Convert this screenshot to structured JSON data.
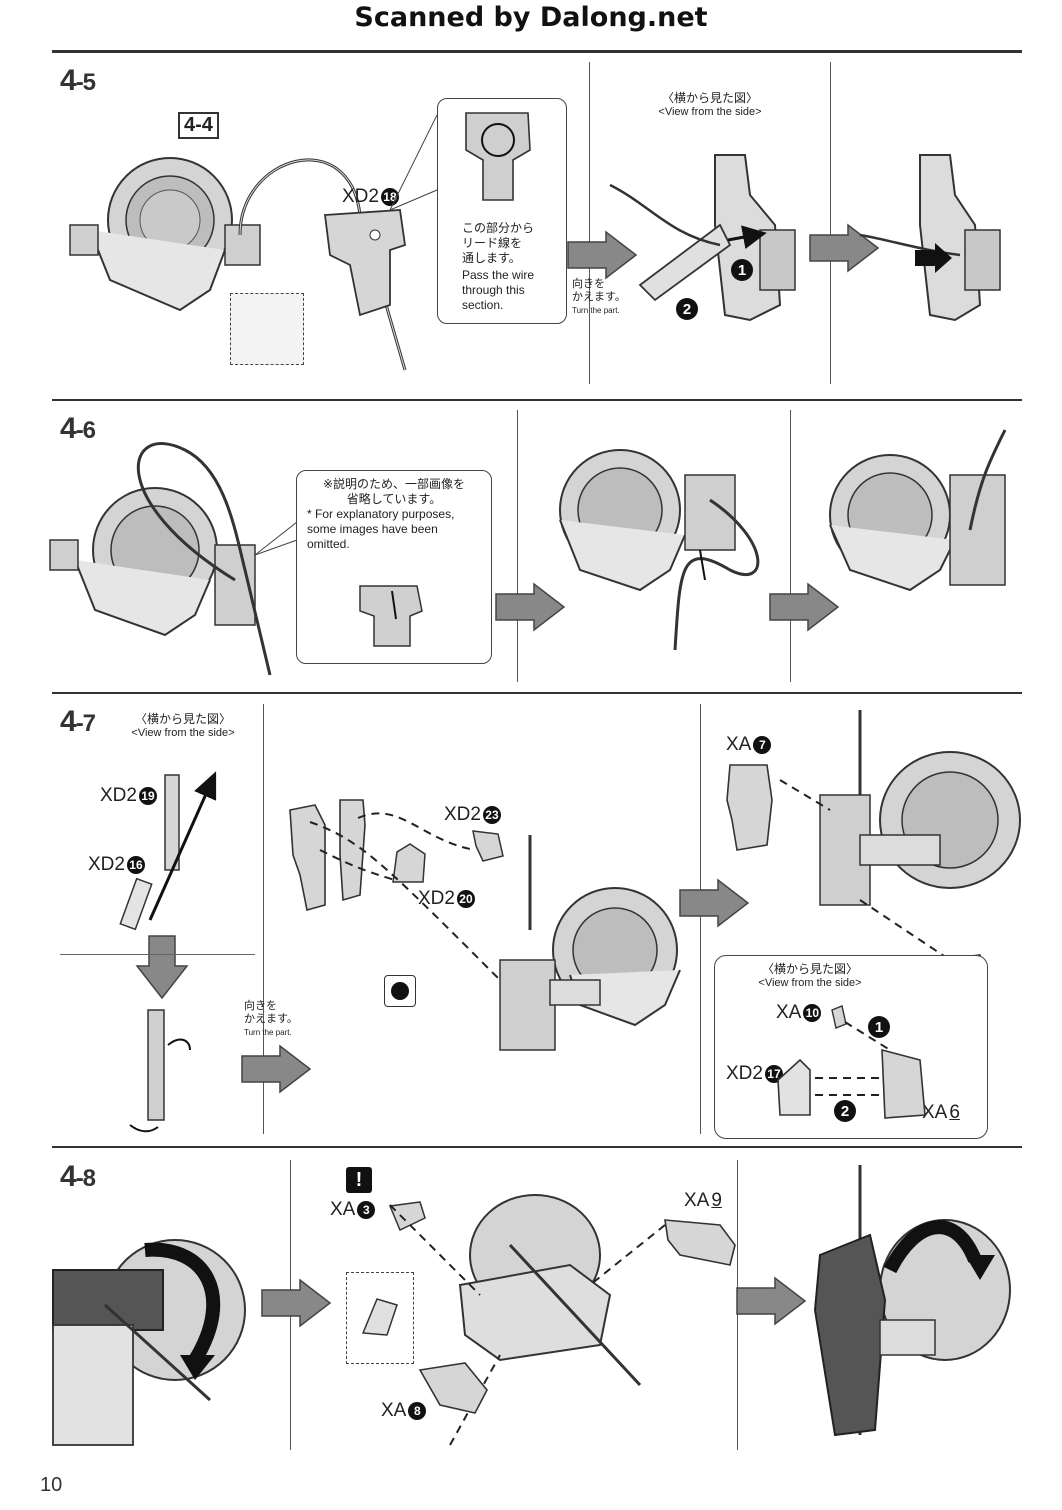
{
  "header": {
    "watermark": "Scanned by Dalong.net"
  },
  "page": {
    "number": "10"
  },
  "steps": {
    "s45": {
      "label_main": "4",
      "label_sub": "-5",
      "ref_tag": "4-4",
      "part_a_prefix": "XD2",
      "part_a_num": "18",
      "callout_jp_1": "この部分から",
      "callout_jp_2": "リード線を",
      "callout_jp_3": "通します。",
      "callout_en": "Pass the wire through this section.",
      "view_jp": "〈横から見た図〉",
      "view_en": "<View from the side>",
      "turn_jp_1": "向きを",
      "turn_jp_2": "かえます。",
      "turn_en": "Turn the part.",
      "order_1": "1",
      "order_2": "2"
    },
    "s46": {
      "label_main": "4",
      "label_sub": "-6",
      "note_jp_1": "※説明のため、一部画像を",
      "note_jp_2": "省略しています。",
      "note_en": "* For explanatory purposes, some images have been omitted."
    },
    "s47": {
      "label_main": "4",
      "label_sub": "-7",
      "view_jp": "〈横から見た図〉",
      "view_en": "<View from the side>",
      "part_19_prefix": "XD2",
      "part_19_num": "19",
      "part_16_prefix": "XD2",
      "part_16_num": "16",
      "turn_jp_1": "向きを",
      "turn_jp_2": "かえます。",
      "turn_en": "Turn the part.",
      "part_23_prefix": "XD2",
      "part_23_num": "23",
      "part_20_prefix": "XD2",
      "part_20_num": "20",
      "part_xa7_prefix": "XA",
      "part_xa7_num": "7",
      "inset_view_jp": "〈横から見た図〉",
      "inset_view_en": "<View from the side>",
      "part_xa10_prefix": "XA",
      "part_xa10_num": "10",
      "part_17_prefix": "XD2",
      "part_17_num": "17",
      "part_xa6_prefix": "XA",
      "part_xa6_num": "6",
      "order_1": "1",
      "order_2": "2"
    },
    "s48": {
      "label_main": "4",
      "label_sub": "-8",
      "warn": "!",
      "part_xa3_prefix": "XA",
      "part_xa3_num": "3",
      "part_xa9_prefix": "XA",
      "part_xa9_num": "9",
      "part_xa8_prefix": "XA",
      "part_xa8_num": "8"
    }
  }
}
